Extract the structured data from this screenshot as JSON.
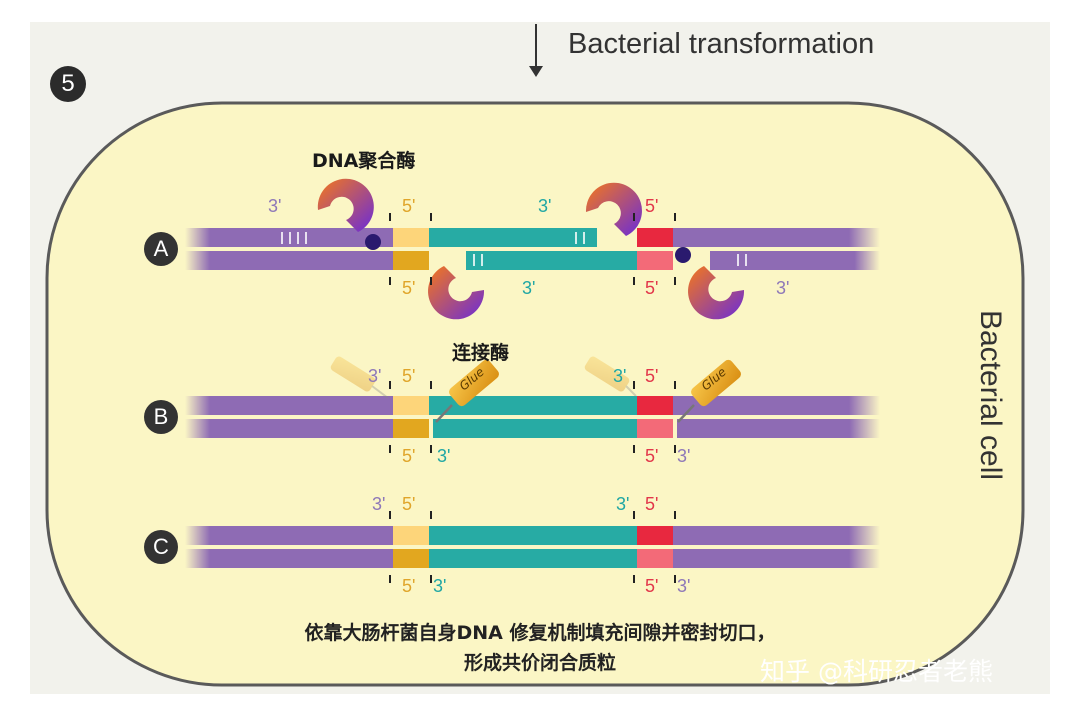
{
  "header": {
    "text": "Bacterial transformation"
  },
  "step_number": "5",
  "cell_label": "Bacterial cell",
  "rows": [
    {
      "label": "A",
      "title": "DNA聚合酶",
      "primes": {
        "left_top": "3'",
        "y_top": "5'",
        "teal_top": "3'",
        "r_top": "5'",
        "y_bottom": "5'",
        "teal_bottom": "3'",
        "r_bottom": "5'",
        "right_bottom": "3'"
      }
    },
    {
      "label": "B",
      "title": "连接酶",
      "primes": {
        "left_top": "3'",
        "y_top": "5'",
        "teal_top": "3'",
        "r_top": "5'",
        "y_bottom": "5'",
        "teal_bottom": "3'",
        "r_bottom": "5'",
        "right_bottom": "3'"
      },
      "glue_text": "Glue"
    },
    {
      "label": "C",
      "primes": {
        "left_top": "3'",
        "y_top": "5'",
        "teal_top": "3'",
        "r_top": "5'",
        "y_bottom": "5'",
        "teal_bottom": "3'",
        "r_bottom": "5'",
        "right_bottom": "3'"
      }
    }
  ],
  "caption": {
    "line1": "依靠大肠杆菌自身DNA 修复机制填充间隙并密封切口，",
    "line2": "形成共价闭合质粒"
  },
  "watermark": "知乎 @科研忍者老熊",
  "colors": {
    "purple": "#8e6bb4",
    "teal": "#27aba4",
    "yellow": "#fdd57a",
    "gold": "#e2a71f",
    "red": "#e8283f",
    "pink": "#f36a78",
    "cell": "#fbf6c5",
    "orange": "#f26a1b",
    "violet": "#6a2bd9"
  }
}
